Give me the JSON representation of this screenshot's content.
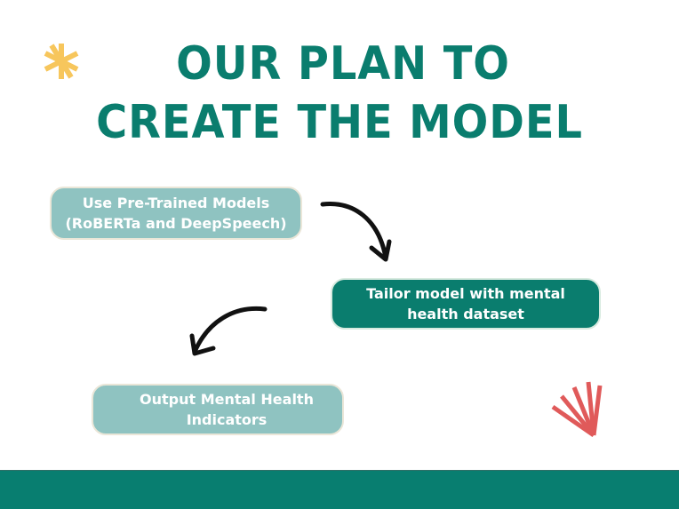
{
  "slide": {
    "title_line1": "OUR PLAN TO",
    "title_line2": "CREATE THE MODEL",
    "colors": {
      "title": "#0a7d6e",
      "light_box": "#8fc3c1",
      "dark_box": "#0a7d6e",
      "asterisk": "#f7c65c",
      "coral_burst": "#e05a5a",
      "footer": "#087e70"
    }
  },
  "steps": [
    {
      "label": "Use Pre-Trained Models\n(RoBERTa and DeepSpeech)",
      "style": "light"
    },
    {
      "label": "Tailor model with mental\nhealth dataset",
      "style": "dark"
    },
    {
      "label": "Output Mental Health\nIndicators",
      "style": "light"
    }
  ],
  "icons": {
    "decor_top_left": "asterisk-icon",
    "decor_bottom_right": "coral-burst-icon",
    "arrow_1": "curved-arrow-down-right-icon",
    "arrow_2": "curved-arrow-down-left-icon"
  }
}
